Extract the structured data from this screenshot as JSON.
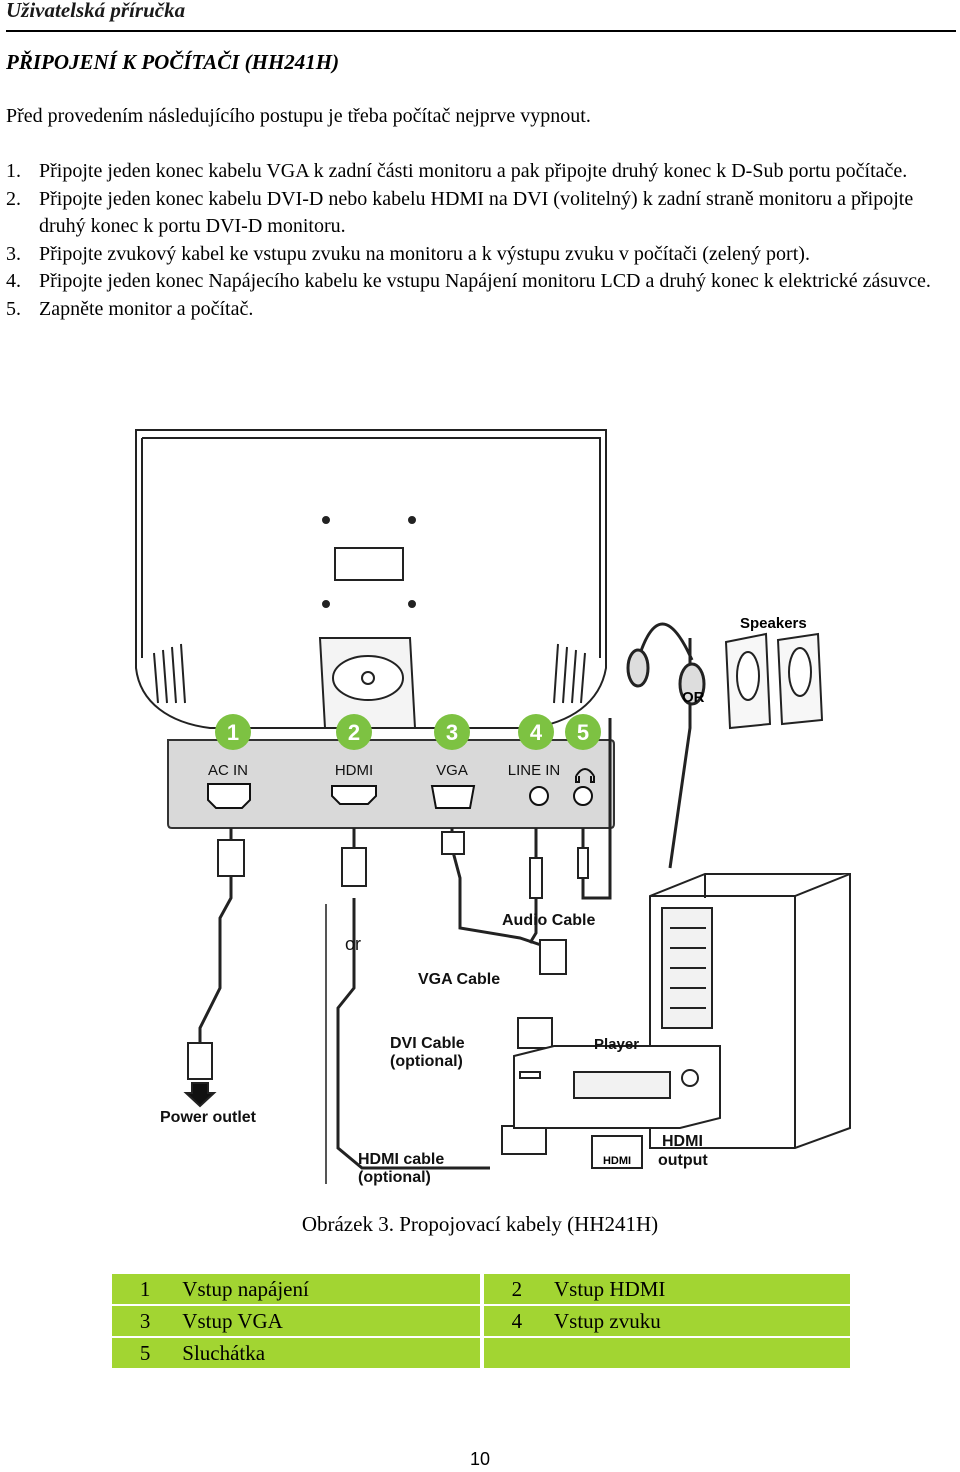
{
  "header": {
    "title": "Uživatelská příručka"
  },
  "section": {
    "title": "PŘIPOJENÍ K POČÍTAČI (HH241H)"
  },
  "intro": "Před provedením následujícího postupu je třeba počítač nejprve vypnout.",
  "steps": [
    {
      "num": "1.",
      "text": "Připojte jeden konec kabelu VGA k zadní části monitoru a pak připojte druhý konec k D-Sub portu počítače."
    },
    {
      "num": "2.",
      "text": "Připojte jeden konec kabelu DVI-D nebo kabelu HDMI na DVI (volitelný) k zadní straně monitoru a připojte druhý konec k portu DVI-D monitoru."
    },
    {
      "num": "3.",
      "text": "Připojte zvukový kabel ke vstupu zvuku na monitoru a k výstupu zvuku v počítači (zelený port)."
    },
    {
      "num": "4.",
      "text": "Připojte jeden konec Napájecího kabelu ke vstupu Napájení monitoru LCD a druhý konec k elektrické zásuvce."
    },
    {
      "num": "5.",
      "text": "Zapněte monitor a počítač."
    }
  ],
  "figure": {
    "badges": [
      "1",
      "2",
      "3",
      "4",
      "5"
    ],
    "ports": {
      "ac_in": "AC IN",
      "hdmi": "HDMI",
      "vga": "VGA",
      "line_in": "LINE IN"
    },
    "labels": {
      "speakers": "Speakers",
      "or_upper": "OR",
      "audio_cable": "Audio Cable",
      "or_lower": "or",
      "vga_cable": "VGA Cable",
      "dvi_cable_1": "DVI Cable",
      "dvi_cable_2": "(optional)",
      "player": "Player",
      "power_outlet": "Power outlet",
      "hdmi_cable_1": "HDMI cable",
      "hdmi_cable_2": "(optional)",
      "hdmi_output_1": "HDMI",
      "hdmi_output_2": "output",
      "player_hdmi": "HDMI"
    },
    "accent_color": "#7dc242"
  },
  "caption": "Obrázek 3. Propojovací kabely (HH241H)",
  "legend": {
    "rows": [
      {
        "n1": "1",
        "l1": "Vstup napájení",
        "n2": "2",
        "l2": "Vstup HDMI"
      },
      {
        "n1": "3",
        "l1": "Vstup VGA",
        "n2": "4",
        "l2": "Vstup zvuku"
      },
      {
        "n1": "5",
        "l1": "Sluchátka",
        "n2": "",
        "l2": ""
      }
    ],
    "color": "#a2d532"
  },
  "page_number": "10"
}
